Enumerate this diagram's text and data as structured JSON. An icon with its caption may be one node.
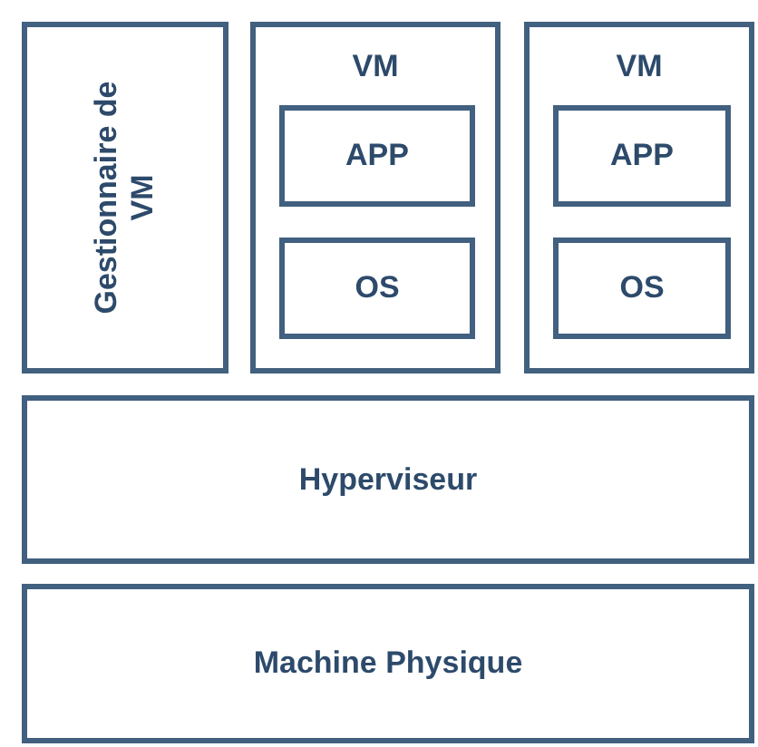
{
  "diagram": {
    "nodes": [
      {
        "text": [
          "Gestionnaire de VM"
        ]
      },
      {
        "text": [
          "VM"
        ]
      },
      {
        "text": [
          "APP"
        ],
        "in": 1
      },
      {
        "text": [
          "OS"
        ],
        "in": 1
      },
      {
        "text": [
          "VM"
        ]
      },
      {
        "text": [
          "APP"
        ],
        "in": 4
      },
      {
        "text": [
          "OS"
        ],
        "in": 4
      },
      {
        "text": [
          "Hyperviseur"
        ]
      },
      {
        "text": [
          "Machine Physique"
        ]
      }
    ],
    "edges": []
  }
}
